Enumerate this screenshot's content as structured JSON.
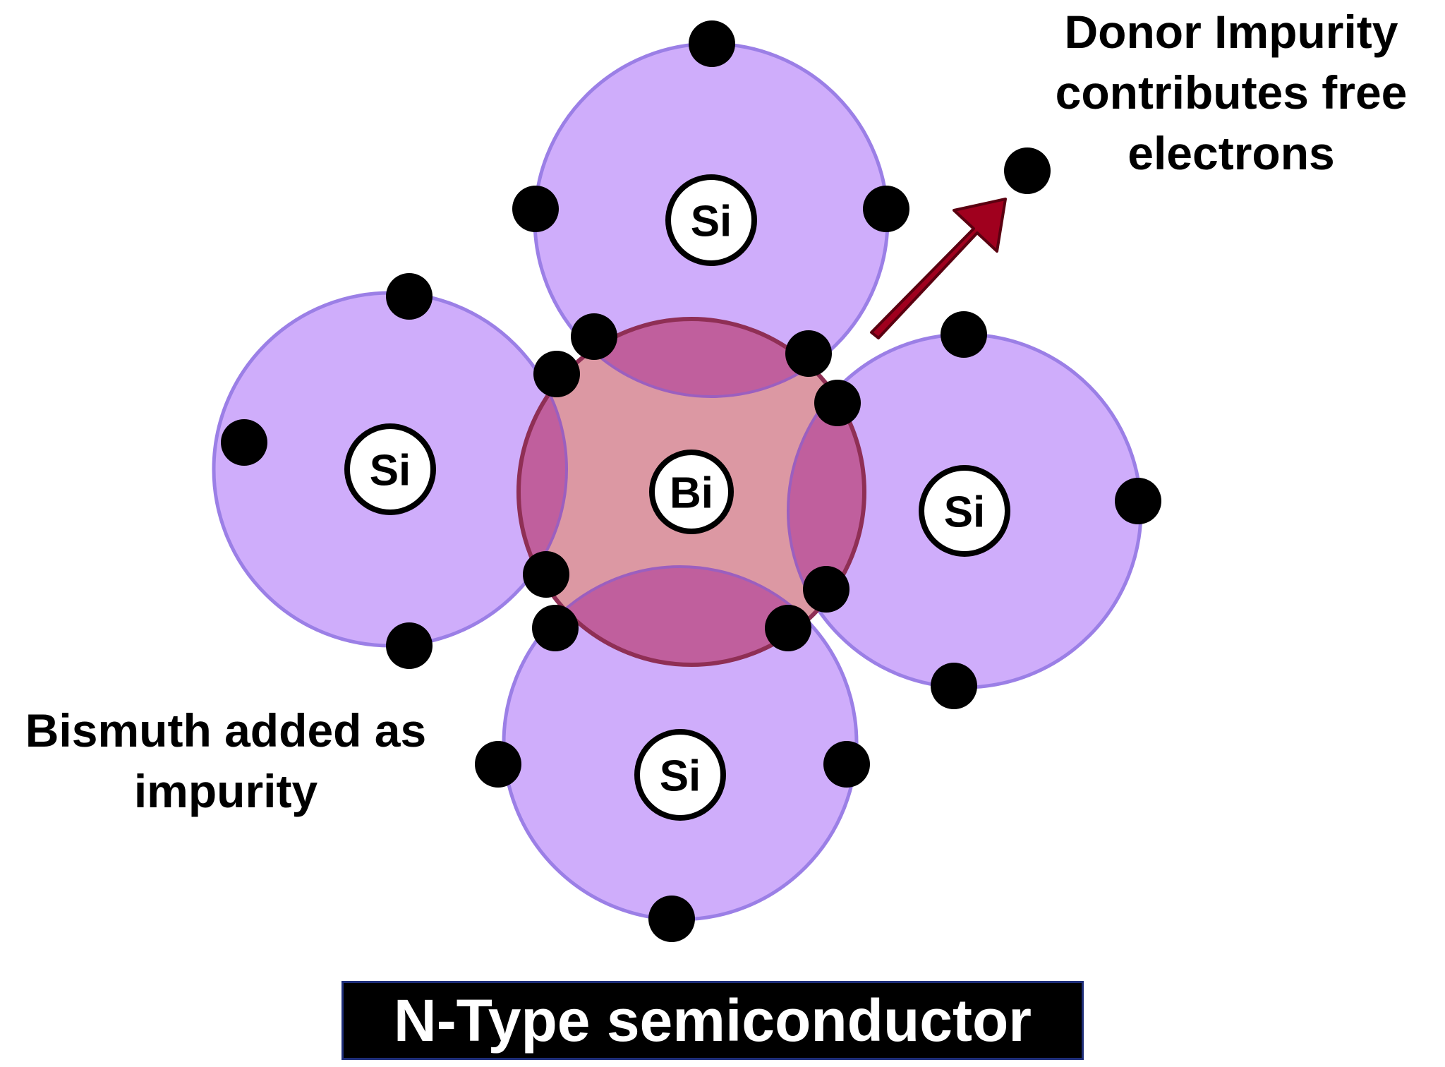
{
  "title": "N-Type semiconductor",
  "annotations": {
    "donor_lines": [
      "Donor Impurity",
      "contributes free",
      "electrons"
    ],
    "bismuth_lines": [
      "Bismuth added as",
      "impurity"
    ]
  },
  "atoms": {
    "center_symbol": "Bi",
    "neighbor_symbol": "Si"
  },
  "colors": {
    "silicon_fill": "#cfadfb",
    "silicon_stroke": "#9b7fe6",
    "bismuth_fill": "#b84e7c",
    "bismuth_stroke": "#8f2f55",
    "overlap_fill": "#c05f9d",
    "core_fill": "#dc98a3",
    "arrow_fill": "#a0001e",
    "arrow_stroke": "#5a0010",
    "electron": "#000000",
    "title_background": "#000000",
    "title_border": "#1f2f7a",
    "title_text": "#ffffff"
  }
}
